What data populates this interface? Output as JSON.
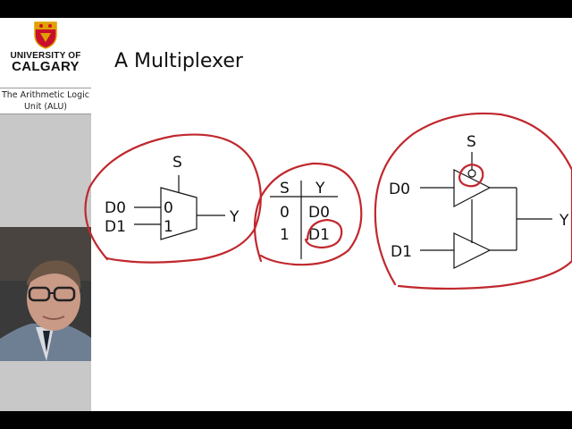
{
  "sidebar": {
    "university_line1": "UNIVERSITY OF",
    "university_line2": "CALGARY",
    "section_line1": "The Arithmetic Logic",
    "section_line2": "Unit (ALU)"
  },
  "slide": {
    "title": "A Multiplexer"
  },
  "mux": {
    "select_label": "S",
    "input0_label": "D0",
    "input1_label": "D1",
    "port0": "0",
    "port1": "1",
    "output_label": "Y"
  },
  "truth_table": {
    "headers": [
      "S",
      "Y"
    ],
    "rows": [
      [
        "0",
        "D0"
      ],
      [
        "1",
        "D1"
      ]
    ]
  },
  "buffer_circuit": {
    "select_label": "S",
    "input0_label": "D0",
    "input1_label": "D1",
    "output_label": "Y"
  },
  "colors": {
    "annotation": "#c0282e",
    "sidebar": "#c8c8c8"
  }
}
